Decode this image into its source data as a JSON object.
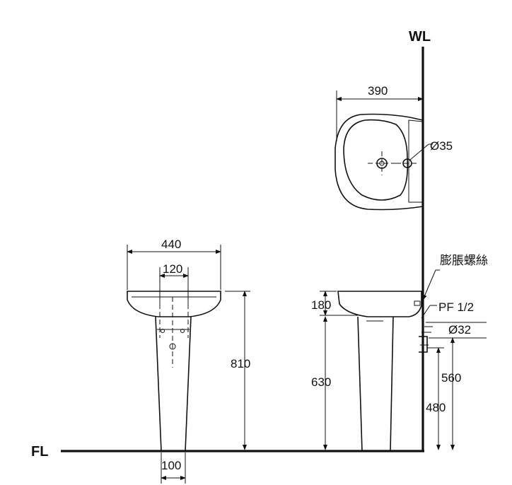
{
  "labels": {
    "wall": "WL",
    "floor": "FL",
    "bolt": "膨脹螺絲",
    "pipe_thread": "PF 1/2"
  },
  "dimensions": {
    "basin_width_top": "390",
    "drain_hole": "Ø35",
    "basin_width_front": "440",
    "faucet_spacing": "120",
    "total_height": "810",
    "pedestal_width": "100",
    "basin_thickness": "180",
    "pedestal_height": "630",
    "drain_pipe": "Ø32",
    "supply_height": "560",
    "drain_height": "480"
  }
}
